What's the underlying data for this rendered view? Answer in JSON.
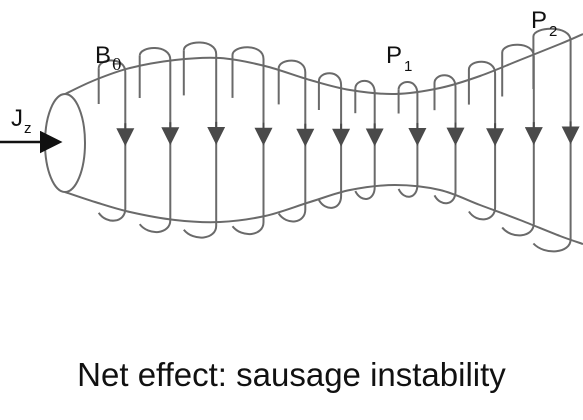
{
  "labels": {
    "b_field": {
      "main": "B",
      "sub": "θ"
    },
    "current": {
      "main": "J",
      "sub": "z"
    },
    "point_1": {
      "main": "P",
      "sub": "1"
    },
    "point_2": {
      "main": "P",
      "sub": "2"
    }
  },
  "caption": "Net effect: sausage instability",
  "colors": {
    "line": "#6a6a6a",
    "arrow": "#4a4a4a",
    "text": "#111111"
  }
}
